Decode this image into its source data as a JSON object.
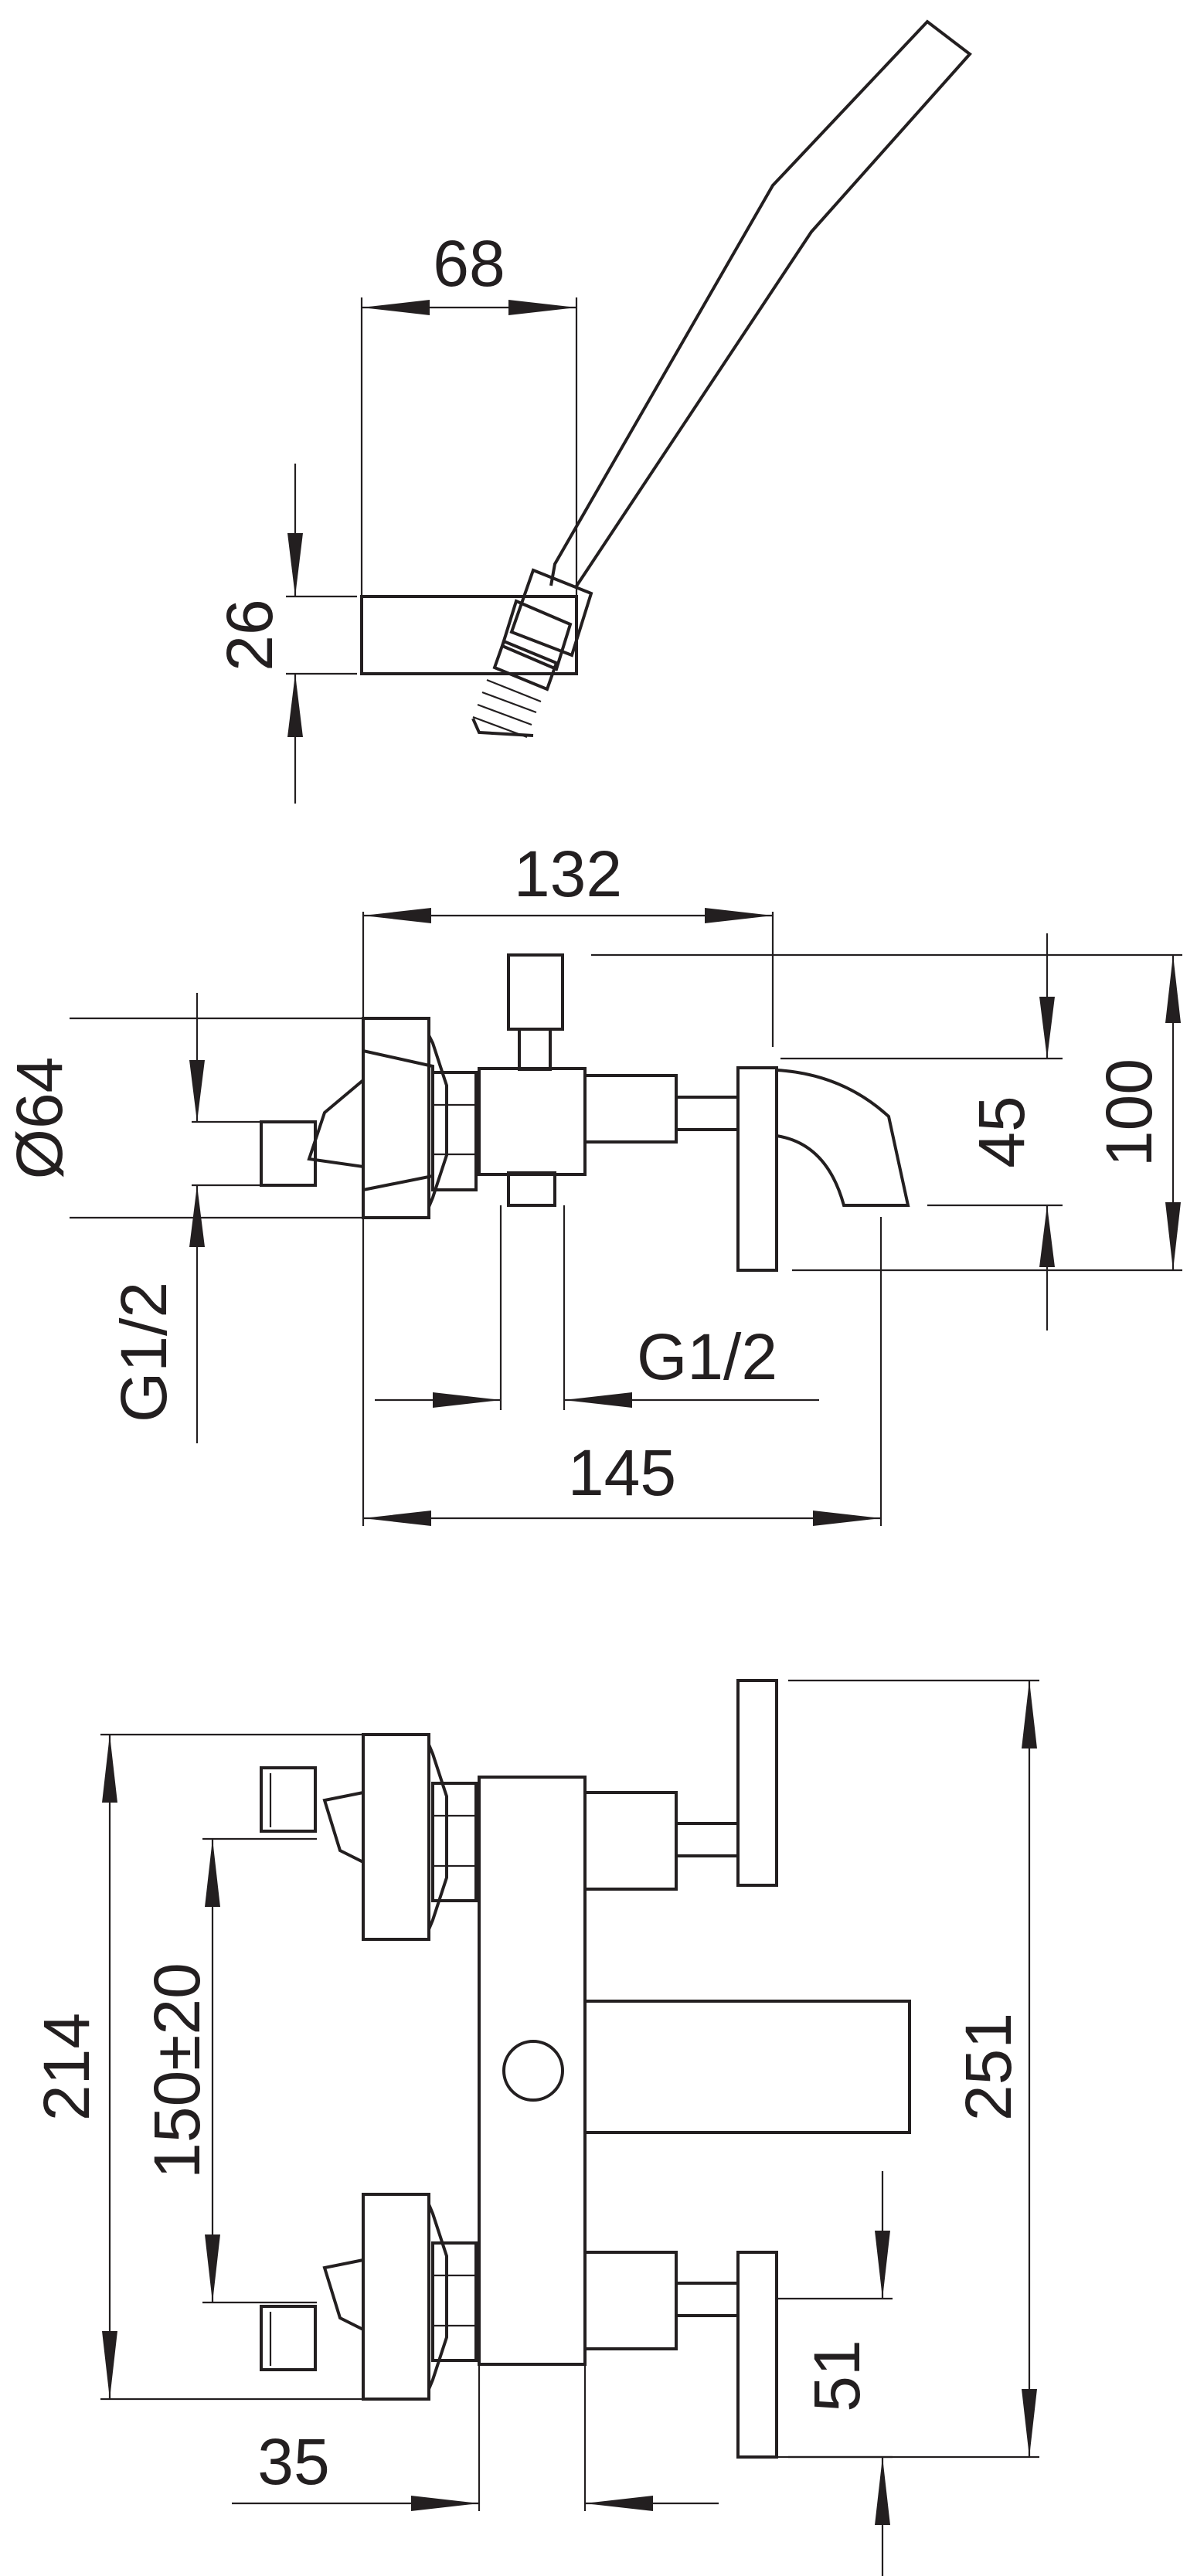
{
  "dimensions": {
    "top_width": "68",
    "top_height": "26",
    "middle_overall": "132",
    "diameter": "Ø64",
    "inlet_thread_left": "G1/2",
    "outlet_thread": "G1/2",
    "spout_drop": "45",
    "overall_height": "100",
    "overall_depth": "145",
    "total_width": "214",
    "centers": "150±20",
    "total_span": "251",
    "wall_offset": "35",
    "handle_offset": "51"
  },
  "colors": {
    "ink": "#231f20",
    "background": "#ffffff"
  }
}
